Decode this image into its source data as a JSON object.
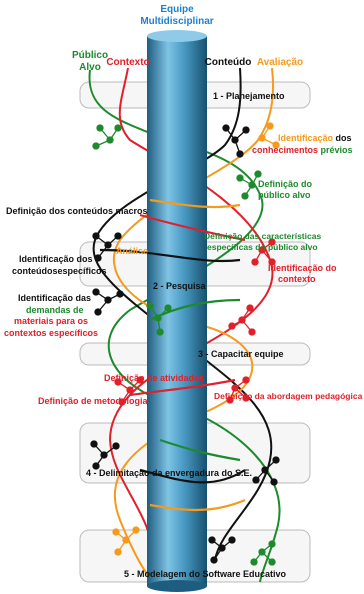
{
  "header": {
    "title_line1": "Equipe",
    "title_line2": "Multidisciplinar"
  },
  "strands": {
    "publico_alvo_line1": "Público",
    "publico_alvo_line2": "Alvo",
    "contexto": "Contexto",
    "conteudo": "Conteúdo",
    "avaliacao": "Avaliação"
  },
  "phases": {
    "p1": "1 - Planejamento",
    "p2": "2 - Pesquisa",
    "p3": "3 - Capacitar equipe",
    "p4": "4 - Delimitação da envergadura do S.E.",
    "p5": "5 - Modelagem do Software Educativo"
  },
  "annotations": {
    "identificacao_conhecimentos": {
      "line1_a": "Identificação",
      "line1_b": " dos",
      "line2_a": "conhecimentos",
      "line2_b": " prévios"
    },
    "definicao_publico": {
      "line1": "Definição do",
      "line2": "público alvo"
    },
    "definicao_conteudos_macros": "Definição dos conteúdos macros",
    "analise": "Análise",
    "definicao_caracteristicas": {
      "line1": "Definição das características",
      "line2": "específicas do público alvo"
    },
    "identificacao_conteudos": {
      "line1": "Identificação dos",
      "line2": "conteúdosespecíficos"
    },
    "identificacao_contexto": {
      "line1": "Identificação do",
      "line2": "contexto"
    },
    "identificacao_demandas": {
      "line1": "Identificação das",
      "line2": "demandas de",
      "line3": "materiais para os",
      "line4": "contextos específicos"
    },
    "definicao_atividades": "Definição de atividades",
    "definicao_metodologia": "Definição de metodologia",
    "definicao_abordagem": "Definição da abordagem pedagógica"
  },
  "colors": {
    "publico_alvo": "#1e8a2e",
    "contexto": "#e0202a",
    "conteudo": "#111111",
    "avaliacao": "#f59a1c",
    "central_axis": "#3d8eb6",
    "header_text": "#1f7fd1"
  },
  "icons": {
    "node_cluster": "molecule-node-icon"
  }
}
